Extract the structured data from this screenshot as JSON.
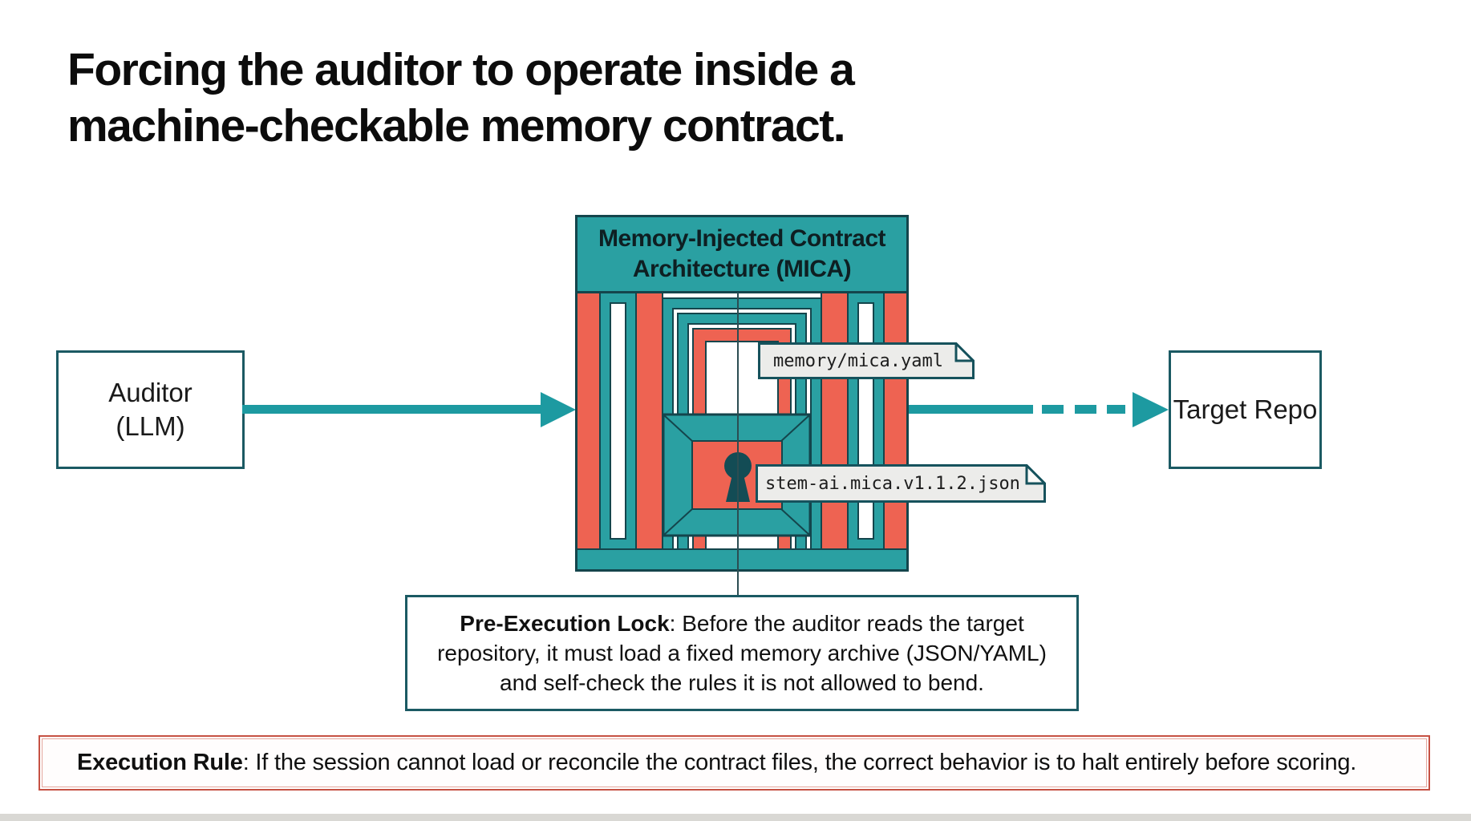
{
  "title": {
    "line1": "Forcing the auditor to operate inside a",
    "line2": "machine-checkable memory contract."
  },
  "diagram": {
    "auditor": {
      "line1": "Auditor",
      "line2": "(LLM)"
    },
    "target": {
      "label": "Target Repo"
    },
    "mica_header": {
      "line1": "Memory-Injected Contract",
      "line2": "Architecture (MICA)"
    },
    "tags": {
      "yaml": "memory/mica.yaml",
      "json": "stem-ai.mica.v1.1.2.json"
    },
    "note": {
      "bold": "Pre-Execution Lock",
      "line1_rest": ": Before the auditor reads the target",
      "line2": "repository, it must load a fixed memory archive (JSON/YAML)",
      "line3": "and self-check the rules it is not allowed to bend."
    }
  },
  "execution_rule": {
    "bold": "Execution Rule",
    "rest": ": If the session cannot load or reconcile the contract files, the correct behavior is to halt entirely before scoring."
  },
  "colors": {
    "teal_fill": "#2aa0a2",
    "red_fill": "#ee6352",
    "dark_outline": "#14454c",
    "arrow_teal": "#1d9aa1",
    "box_border": "#1b5a63",
    "rule_border": "#c65143",
    "tag_background": "#ececea",
    "keyhole_dark": "#134c55"
  }
}
